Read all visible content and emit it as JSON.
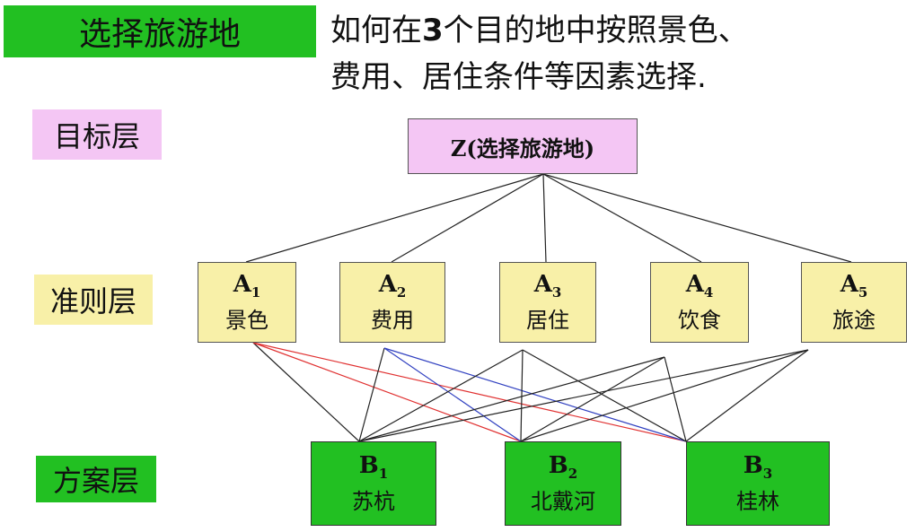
{
  "colors": {
    "title_bg": "#22c022",
    "goal_label_bg": "#f4c6f4",
    "criteria_label_bg": "#f8f0a8",
    "plan_label_bg": "#22c022",
    "goal_node_bg": "#f4c6f4",
    "criteria_node_bg": "#f8f0a8",
    "alt_node_bg": "#22c022",
    "line_black": "#222222",
    "line_red": "#e03030",
    "line_blue": "#3040c0"
  },
  "header": {
    "title": "选择旅游地",
    "desc_pre": "如何在",
    "desc_num": "3",
    "desc_line1_post": "个目的地中按照景色、",
    "desc_line2": "费用、居住条件等因素选择."
  },
  "layers": {
    "goal": "目标层",
    "criteria": "准则层",
    "plan": "方案层"
  },
  "goal_node": {
    "text": "Z(选择旅游地)"
  },
  "criteria": [
    {
      "sym": "A",
      "sub": "1",
      "name": "景色"
    },
    {
      "sym": "A",
      "sub": "2",
      "name": "费用"
    },
    {
      "sym": "A",
      "sub": "3",
      "name": "居住"
    },
    {
      "sym": "A",
      "sub": "4",
      "name": "饮食"
    },
    {
      "sym": "A",
      "sub": "5",
      "name": "旅途"
    }
  ],
  "alternatives": [
    {
      "sym": "B",
      "sub": "1",
      "name": "苏杭"
    },
    {
      "sym": "B",
      "sub": "2",
      "name": "北戴河"
    },
    {
      "sym": "B",
      "sub": "3",
      "name": "桂林"
    }
  ]
}
